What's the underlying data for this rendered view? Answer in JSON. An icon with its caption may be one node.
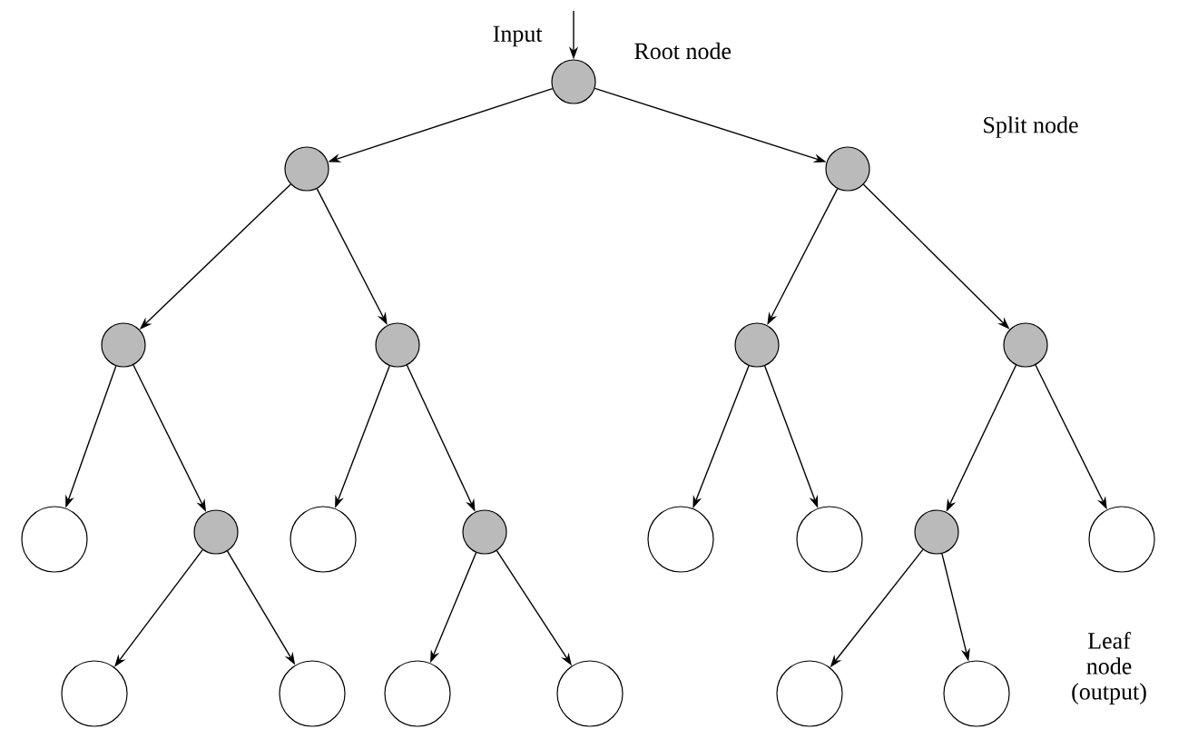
{
  "diagram": {
    "nodes": [
      {
        "text": [],
        "shape": "circle"
      },
      {
        "text": [],
        "shape": "circle"
      },
      {
        "text": [],
        "shape": "circle"
      },
      {
        "text": [],
        "shape": "circle"
      },
      {
        "text": [],
        "shape": "circle"
      },
      {
        "text": [],
        "shape": "circle"
      },
      {
        "text": [],
        "shape": "circle"
      },
      {
        "text": [],
        "shape": "circle"
      },
      {
        "text": [],
        "shape": "circle"
      },
      {
        "text": [],
        "shape": "circle"
      },
      {
        "text": [],
        "shape": "circle"
      },
      {
        "text": [],
        "shape": "circle"
      },
      {
        "text": [],
        "shape": "circle"
      },
      {
        "text": [],
        "shape": "circle"
      },
      {
        "text": [],
        "shape": "circle"
      },
      {
        "text": [],
        "shape": "circle"
      },
      {
        "text": [],
        "shape": "circle"
      },
      {
        "text": [],
        "shape": "circle"
      },
      {
        "text": [],
        "shape": "circle"
      },
      {
        "text": [],
        "shape": "circle"
      },
      {
        "text": [],
        "shape": "circle"
      }
    ],
    "edges": [
      {
        "from": null,
        "to": 0,
        "arrow": "to"
      },
      {
        "from": 0,
        "to": 1,
        "arrow": "to"
      },
      {
        "from": 0,
        "to": 2,
        "arrow": "to"
      },
      {
        "from": 1,
        "to": 3,
        "arrow": "to"
      },
      {
        "from": 1,
        "to": 4,
        "arrow": "to"
      },
      {
        "from": 2,
        "to": 5,
        "arrow": "to"
      },
      {
        "from": 2,
        "to": 6,
        "arrow": "to"
      },
      {
        "from": 3,
        "to": 7,
        "arrow": "to"
      },
      {
        "from": 3,
        "to": 8,
        "arrow": "to"
      },
      {
        "from": 4,
        "to": 9,
        "arrow": "to"
      },
      {
        "from": 4,
        "to": 10,
        "arrow": "to"
      },
      {
        "from": 5,
        "to": 11,
        "arrow": "to"
      },
      {
        "from": 5,
        "to": 12,
        "arrow": "to"
      },
      {
        "from": 6,
        "to": 13,
        "arrow": "to"
      },
      {
        "from": 6,
        "to": 14,
        "arrow": "to"
      },
      {
        "from": 8,
        "to": 15,
        "arrow": "to"
      },
      {
        "from": 8,
        "to": 16,
        "arrow": "to"
      },
      {
        "from": 10,
        "to": 17,
        "arrow": "to"
      },
      {
        "from": 10,
        "to": 18,
        "arrow": "to"
      },
      {
        "from": 13,
        "to": 19,
        "arrow": "to"
      },
      {
        "from": 13,
        "to": 20,
        "arrow": "to"
      }
    ],
    "labels": [
      "Input",
      "Root node",
      "Split node",
      "Leaf node (output)"
    ]
  }
}
